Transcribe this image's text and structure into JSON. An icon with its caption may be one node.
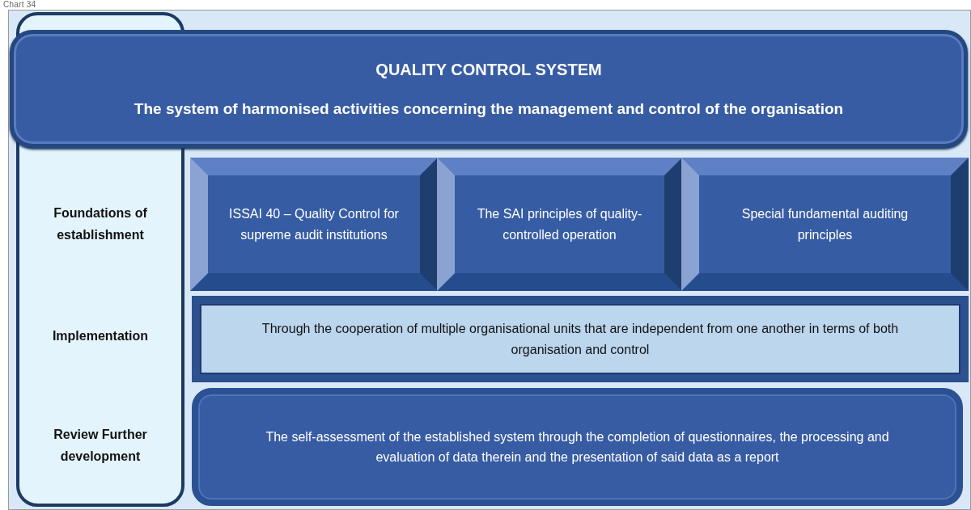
{
  "diagram": {
    "title": "Chart 34",
    "nodes": [
      {
        "text": [
          "QUALITY CONTROL SYSTEM",
          "The system of harmonised activities concerning the management and control of the organisation"
        ]
      },
      {
        "text": [
          "Foundations of establishment",
          "Implementation",
          "Review Further development"
        ]
      },
      {
        "text": [
          "ISSAI 40 – Quality Control for supreme audit institutions"
        ]
      },
      {
        "text": [
          "The SAI principles of quality-controlled operation"
        ]
      },
      {
        "text": [
          "Special fundamental auditing principles"
        ]
      },
      {
        "text": [
          "Through the cooperation of multiple organisational units that are independent from one another in terms of both organisation and control"
        ]
      },
      {
        "text": [
          "The self-assessment of the established system through the completion of questionnaires, the processing and evaluation of data therein and the presentation of said data as a report"
        ]
      }
    ],
    "edges": []
  }
}
